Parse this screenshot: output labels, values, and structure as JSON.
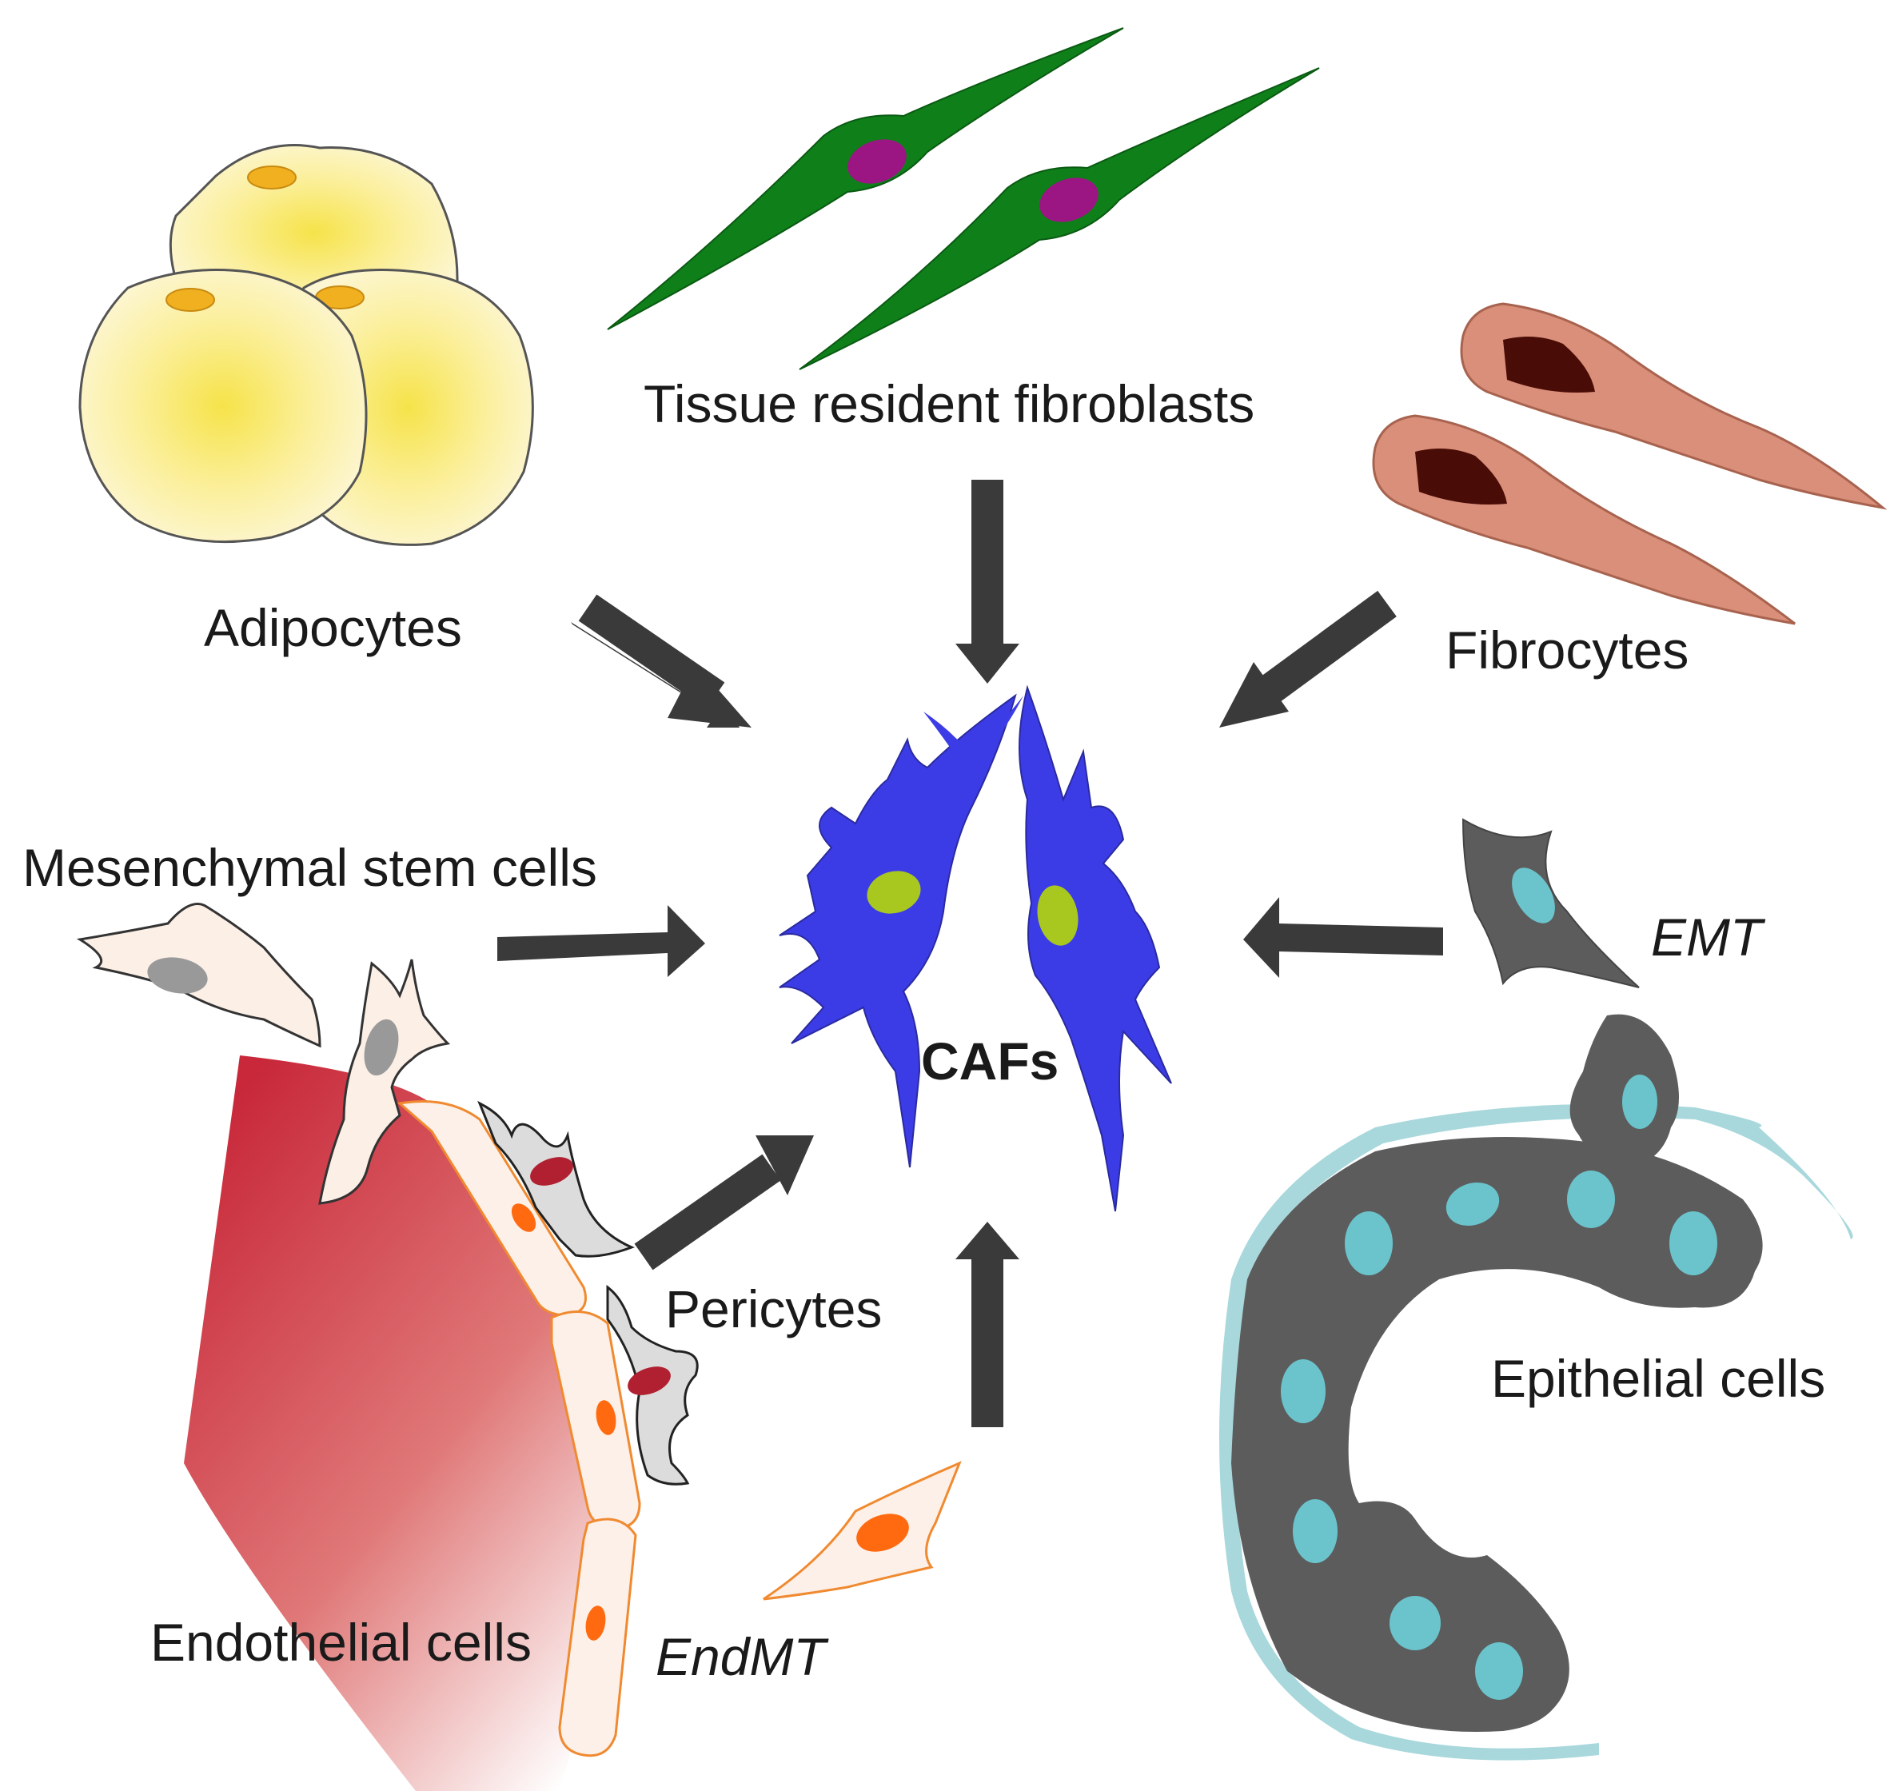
{
  "labels": {
    "tissue_resident_fibroblasts": "Tissue resident fibroblasts",
    "adipocytes": "Adipocytes",
    "fibrocytes": "Fibrocytes",
    "mesenchymal_stem_cells": "Mesenchymal stem cells",
    "emt": "EMT",
    "cafs": "CAFs",
    "pericytes": "Pericytes",
    "epithelial_cells": "Epithelial cells",
    "endothelial_cells": "Endothelial cells",
    "endmt": "EndMT"
  },
  "colors": {
    "caf": "#3c3ce6",
    "caf_nucleus": "#a8c820",
    "fibroblast": "#0f7f1a",
    "fibroblast_nucleus": "#9b1682",
    "fibrocyte": "#d98f7a",
    "fibrocyte_nucleus": "#4a0c06",
    "adipocyte": "#f7e77c",
    "adipocyte_nucleus": "#f0b020",
    "epithelial": "#5c5c5c",
    "epithelial_nucleus": "#6bc4cc",
    "basement_membrane": "#a8d8dc",
    "vessel": "#cc3344",
    "endothelial_nucleus": "#ff6a10",
    "pericyte_nucleus": "#b02030",
    "msc_nucleus": "#999999",
    "arrow": "#3a3a3a"
  }
}
